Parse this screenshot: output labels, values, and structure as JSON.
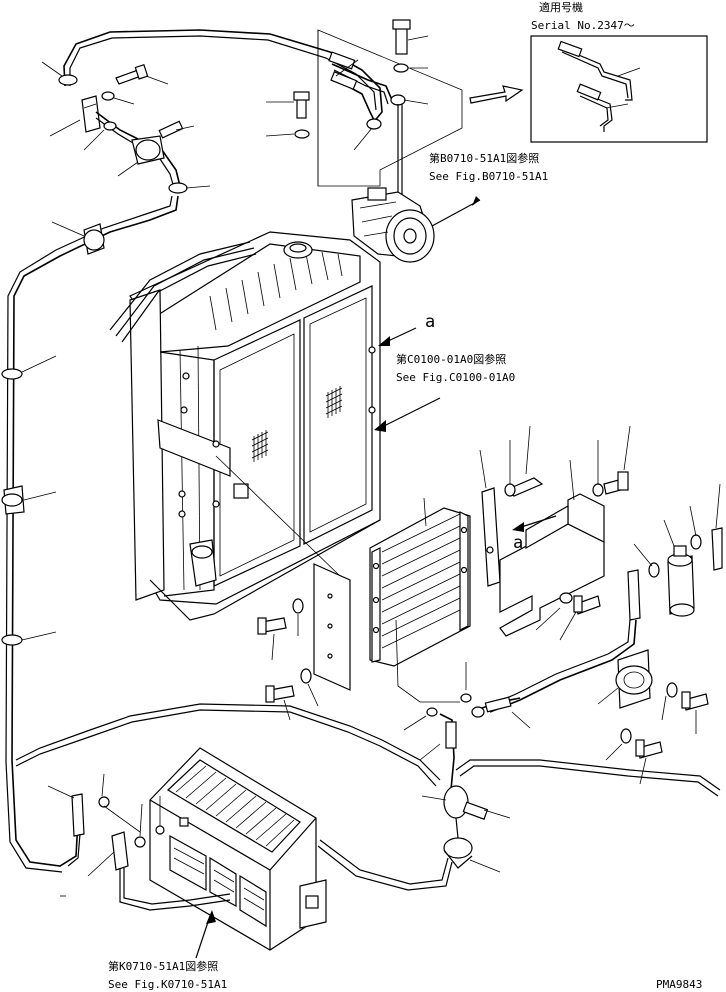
{
  "serial_note": {
    "line1": "適用号機",
    "line2": "Serial No.2347〜"
  },
  "refs": {
    "compressor_jp": "第B0710-51A1図参照",
    "compressor_en": "See Fig.B0710-51A1",
    "radiator_jp": "第C0100-01A0図参照",
    "radiator_en": "See Fig.C0100-01A0",
    "heater_jp": "第K0710-51A1図参照",
    "heater_en": "See Fig.K0710-51A1"
  },
  "markers": {
    "a_top": "a",
    "a_mid": "a"
  },
  "drawing_code": "PMA9843"
}
